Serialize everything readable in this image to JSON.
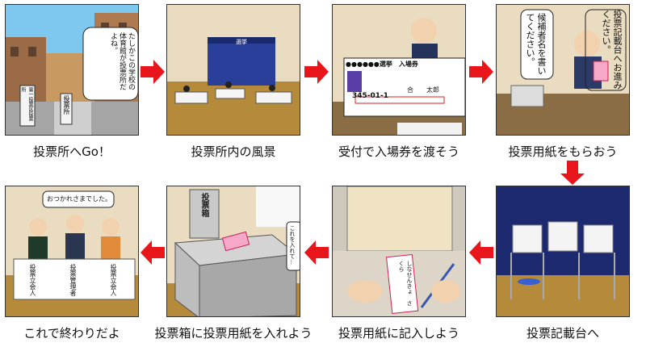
{
  "steps": [
    {
      "caption": "投票所へGo！",
      "bubble": "たしかこの学校の体育館が投票所だよね。",
      "sign": "投票所",
      "board": "第一投票区投票所"
    },
    {
      "caption": "投票所内の風景",
      "curtain": "選挙"
    },
    {
      "caption": "受付で入場券を渡そう",
      "ticket_title": "●●●●●●選挙　入場券",
      "ticket_number": "345-01-1",
      "ticket_name": "合　　太郎"
    },
    {
      "caption": "投票用紙をもらおう",
      "bubble_left": "候補者名を書いてください。",
      "bubble_right": "投票記載台へお進みください。"
    },
    {
      "caption": "投票記載台へ"
    },
    {
      "caption": "投票用紙に記入しよう",
      "ballot_text": "しなせんきょ　さくら"
    },
    {
      "caption": "投票箱に投票用紙を入れよう",
      "box_label": "投票箱",
      "bubble": "これを入れて…"
    },
    {
      "caption": "これで終わりだよ",
      "bubble": "おつかれさまでした。",
      "plate1": "投票立会人",
      "plate2": "投票管理者",
      "plate3": "投票立会人"
    }
  ],
  "colors": {
    "arrow": "#e8161b",
    "floor": "#b58a3a",
    "wall": "#e9dcc0"
  }
}
